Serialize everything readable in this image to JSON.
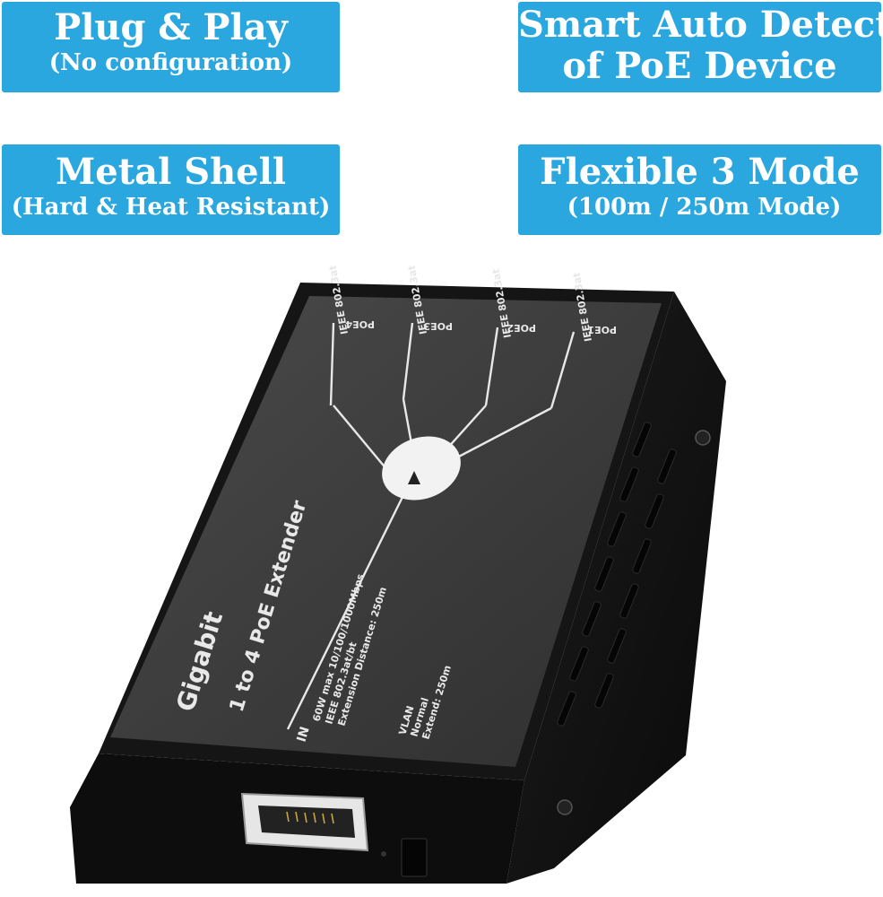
{
  "badges": {
    "plug": {
      "title": "Plug & Play",
      "subtitle": "(No configuration)"
    },
    "detect": {
      "line1": "Smart Auto Detect",
      "line2": "of PoE Device"
    },
    "metal": {
      "title": "Metal Shell",
      "subtitle": "(Hard & Heat Resistant)"
    },
    "mode": {
      "title": "Flexible 3 Mode",
      "subtitle": "(100m / 250m Mode)"
    }
  },
  "device": {
    "title_line1": "Gigabit",
    "title_line2": "1 to 4 PoE Extender",
    "spec1": "60W max  10/100/1000Mbps",
    "spec2": "IEEE 802.3at/bt",
    "spec3": "Extension Distance: 250m",
    "input_label": "IN",
    "switch_labels": [
      "VLAN",
      "Normal",
      "Extend: 250m"
    ],
    "ports": [
      {
        "name": "POE4",
        "standard": "IEEE 802.3at"
      },
      {
        "name": "POE3",
        "standard": "IEEE 802.3at"
      },
      {
        "name": "POE2",
        "standard": "IEEE 802.3at"
      },
      {
        "name": "POE1",
        "standard": "IEEE 802.3at"
      }
    ]
  },
  "colors": {
    "badge_bg": "#2aa7df",
    "badge_text": "#ffffff",
    "device_body": "#111111",
    "label_panel": "#3a3a3a"
  }
}
